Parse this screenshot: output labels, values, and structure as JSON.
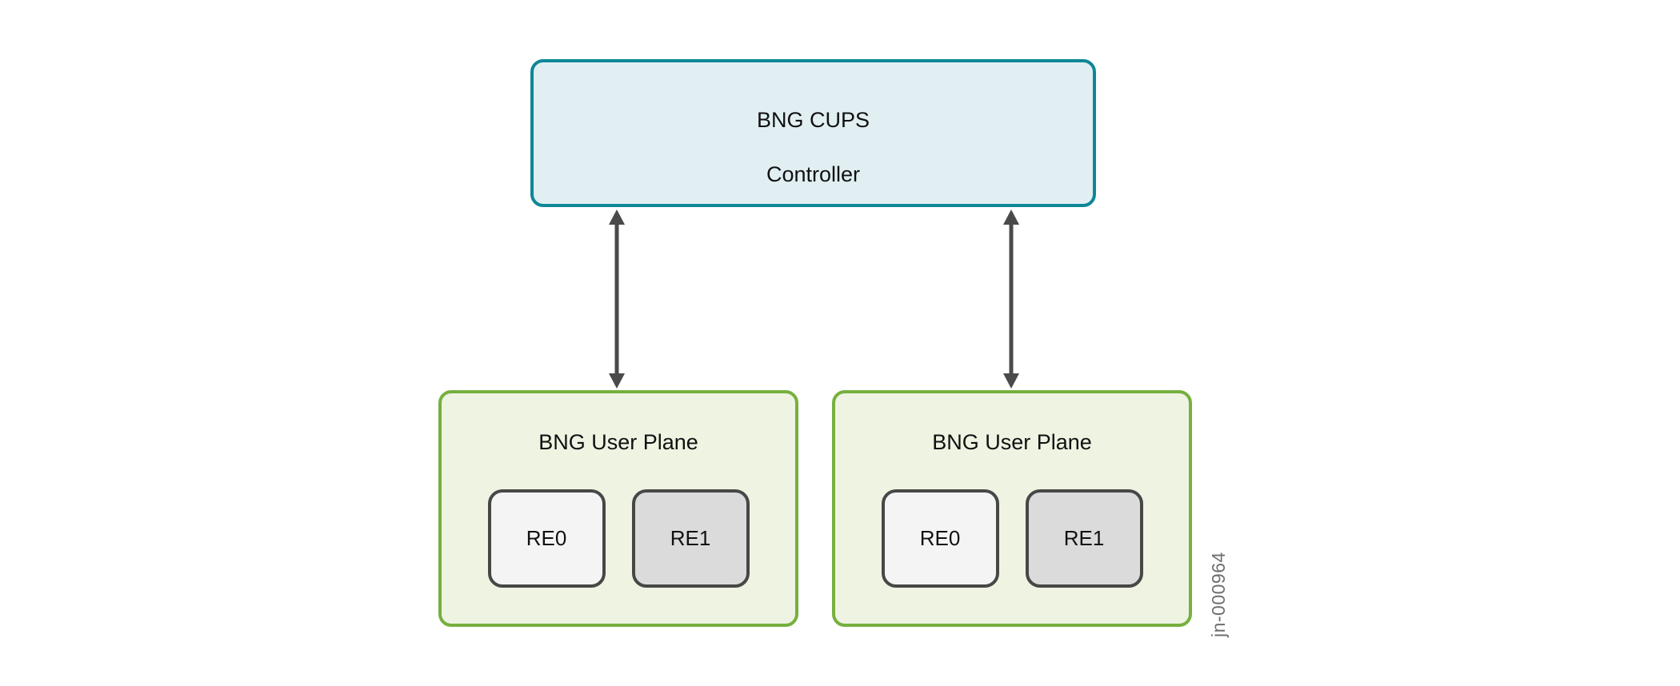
{
  "diagram": {
    "title_implied": "BNG CUPS architecture",
    "controller": {
      "line1": "BNG CUPS",
      "line2": "Controller"
    },
    "user_planes": [
      {
        "title": "BNG User Plane",
        "routing_engines": [
          {
            "label": "RE0"
          },
          {
            "label": "RE1"
          }
        ]
      },
      {
        "title": "BNG User Plane",
        "routing_engines": [
          {
            "label": "RE0"
          },
          {
            "label": "RE1"
          }
        ]
      }
    ],
    "figure_id": "jn-000964"
  },
  "colors": {
    "controller_border": "#0e8797",
    "controller_fill": "#e1eff3",
    "user_plane_border": "#76b03f",
    "user_plane_fill": "#eef3e2",
    "re0_fill": "#f4f4f4",
    "re1_fill": "#dbdbdb",
    "re_border": "#474747",
    "arrow": "#4a4a4a",
    "figure_id_text": "#6e6e6e",
    "label_text": "#111111"
  }
}
